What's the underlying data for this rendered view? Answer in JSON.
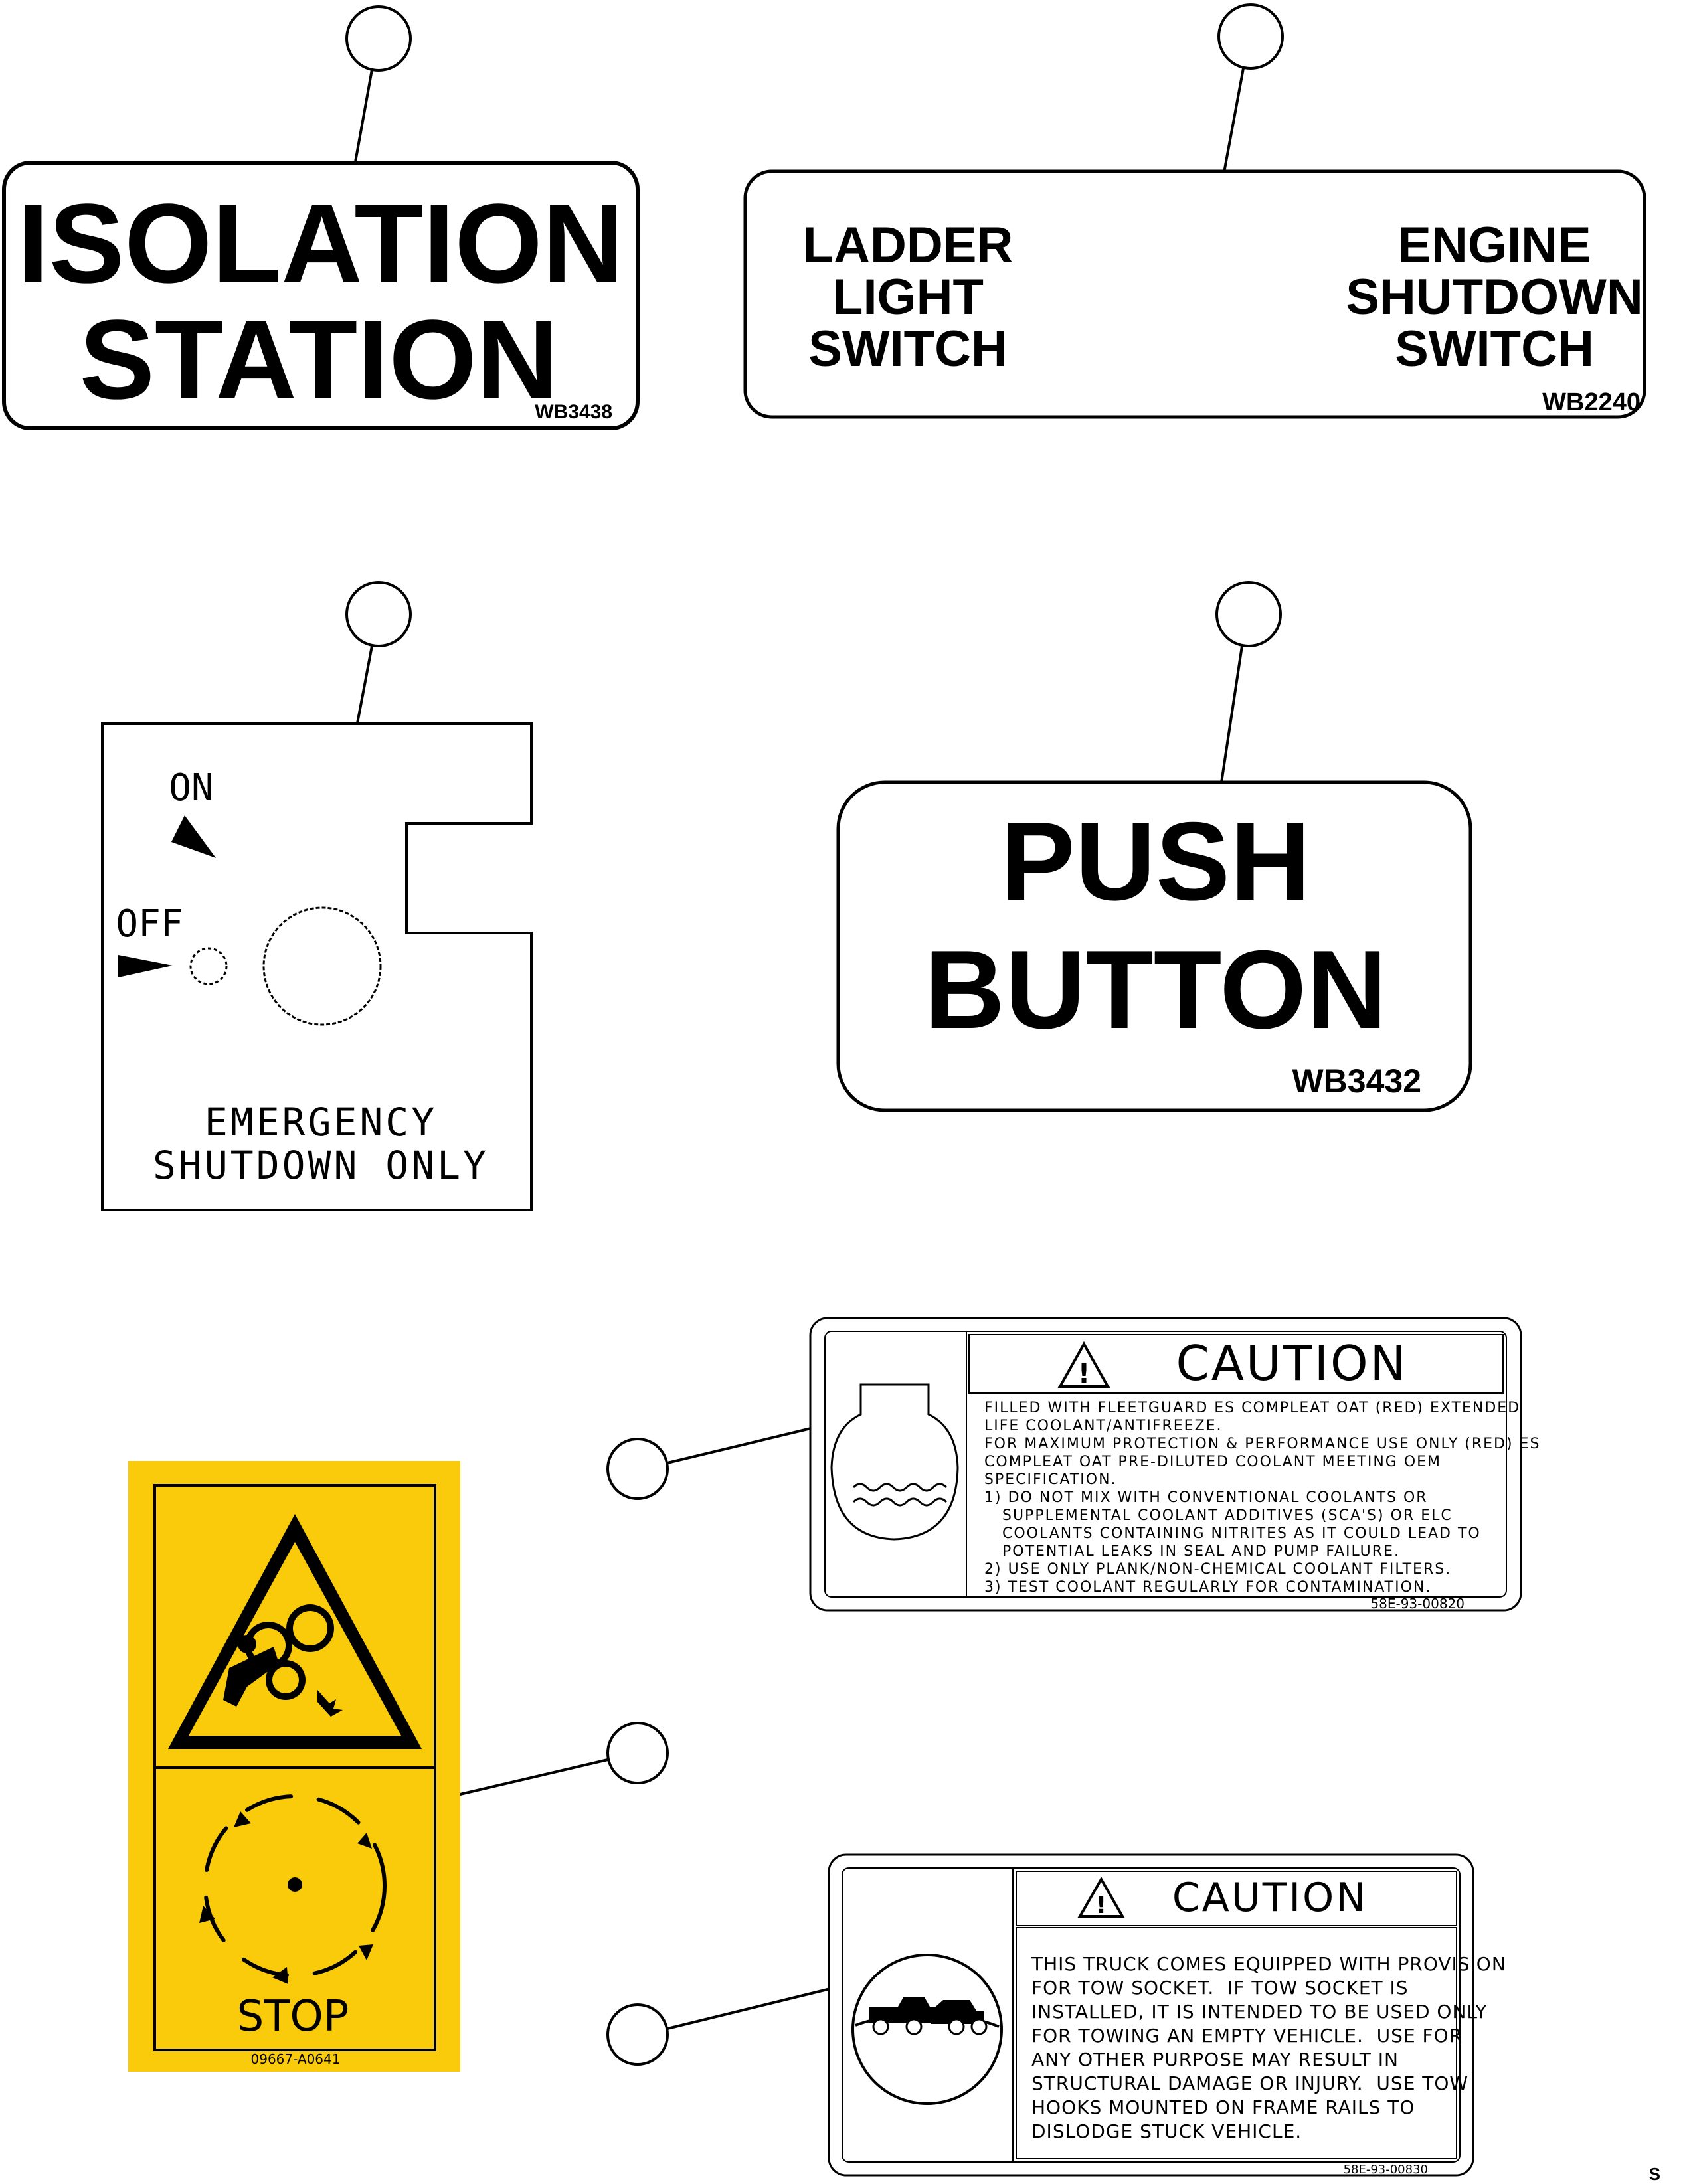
{
  "labels": {
    "isolation_station": {
      "lines": [
        "ISOLATION",
        "STATION"
      ],
      "part_no": "WB3438"
    },
    "ladder_engine": {
      "left_lines": [
        "LADDER",
        "LIGHT",
        "SWITCH"
      ],
      "right_lines": [
        "ENGINE",
        "SHUTDOWN",
        "SWITCH"
      ],
      "part_no": "WB2240"
    },
    "emergency": {
      "on": "ON",
      "off": "OFF",
      "bottom_lines": [
        "EMERGENCY",
        "SHUTDOWN ONLY"
      ]
    },
    "push_button": {
      "lines": [
        "PUSH",
        "BUTTON"
      ],
      "part_no": "WB3432"
    },
    "coolant_caution": {
      "title": "CAUTION",
      "lines": [
        "FILLED WITH FLEETGUARD ES COMPLEAT OAT (RED) EXTENDED",
        "LIFE COOLANT/ANTIFREEZE.",
        "FOR MAXIMUM PROTECTION & PERFORMANCE USE ONLY (RED) ES",
        "COMPLEAT OAT PRE-DILUTED COOLANT MEETING OEM",
        "SPECIFICATION.",
        "1) DO NOT MIX WITH CONVENTIONAL COOLANTS OR",
        "   SUPPLEMENTAL COOLANT ADDITIVES (SCA'S) OR ELC",
        "   COOLANTS CONTAINING NITRITES AS IT COULD LEAD TO",
        "   POTENTIAL LEAKS IN SEAL AND PUMP FAILURE.",
        "2) USE ONLY PLANK/NON-CHEMICAL COOLANT FILTERS.",
        "3) TEST COOLANT REGULARLY FOR CONTAMINATION."
      ],
      "part_no": "58E-93-00820"
    },
    "stop_warning": {
      "stop": "STOP",
      "part_no": "09667-A0641",
      "colors": {
        "background": "#f9cb0a"
      }
    },
    "tow_caution": {
      "title": "CAUTION",
      "lines": [
        "THIS TRUCK COMES EQUIPPED WITH PROVISION",
        "FOR TOW SOCKET.  IF TOW SOCKET IS",
        "INSTALLED, IT IS INTENDED TO BE USED ONLY",
        "FOR TOWING AN EMPTY VEHICLE.  USE FOR",
        "ANY OTHER PURPOSE MAY RESULT IN",
        "STRUCTURAL DAMAGE OR INJURY.  USE TOW",
        "HOOKS MOUNTED ON FRAME RAILS TO",
        "DISLODGE STUCK VEHICLE."
      ],
      "part_no": "58E-93-00830"
    }
  },
  "sheet_mark": "S"
}
